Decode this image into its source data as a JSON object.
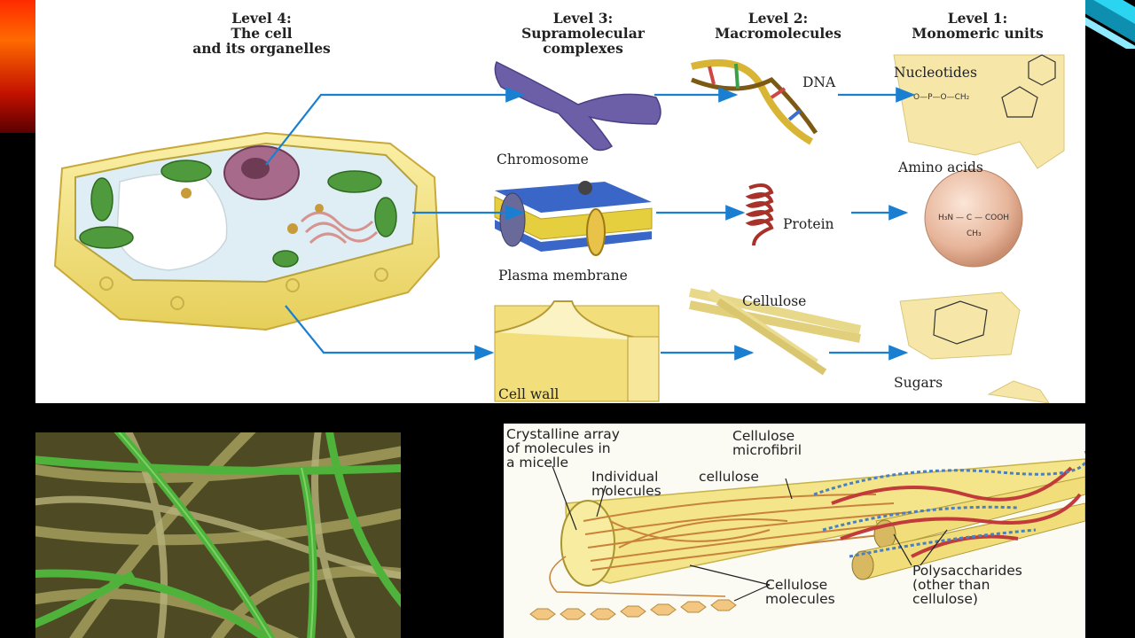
{
  "levels": {
    "level4": "Level 4:\nThe cell\nand its organelles",
    "level3": "Level 3:\nSupramolecular\ncomplexes",
    "level2": "Level 2:\nMacromolecules",
    "level1": "Level 1:\nMonomeric units"
  },
  "labels": {
    "chromosome": "Chromosome",
    "plasma_membrane": "Plasma membrane",
    "cell_wall": "Cell wall",
    "dna": "DNA",
    "protein": "Protein",
    "cellulose": "Cellulose",
    "nucleotides": "Nucleotides",
    "amino_acids": "Amino acids",
    "sugars": "Sugars"
  },
  "fibril_labels": {
    "crystalline_array": "Crystalline array\nof molecules in\na micelle",
    "individual_molecules": "Individual\nmolecules",
    "cellulose": "cellulose",
    "cellulose_microfibril": "Cellulose\nmicrofibril",
    "cellulose_molecules": "Cellulose\nmolecules",
    "polysaccharides": "Polysaccharides\n(other than\ncellulose)"
  },
  "colors": {
    "arrow": "#1b7fd1",
    "cell_wall": "#f2de7a",
    "chloroplast": "#4f9a3c",
    "fiber_green": "#4fb23a",
    "fibril_yellow": "#f4e58a"
  }
}
